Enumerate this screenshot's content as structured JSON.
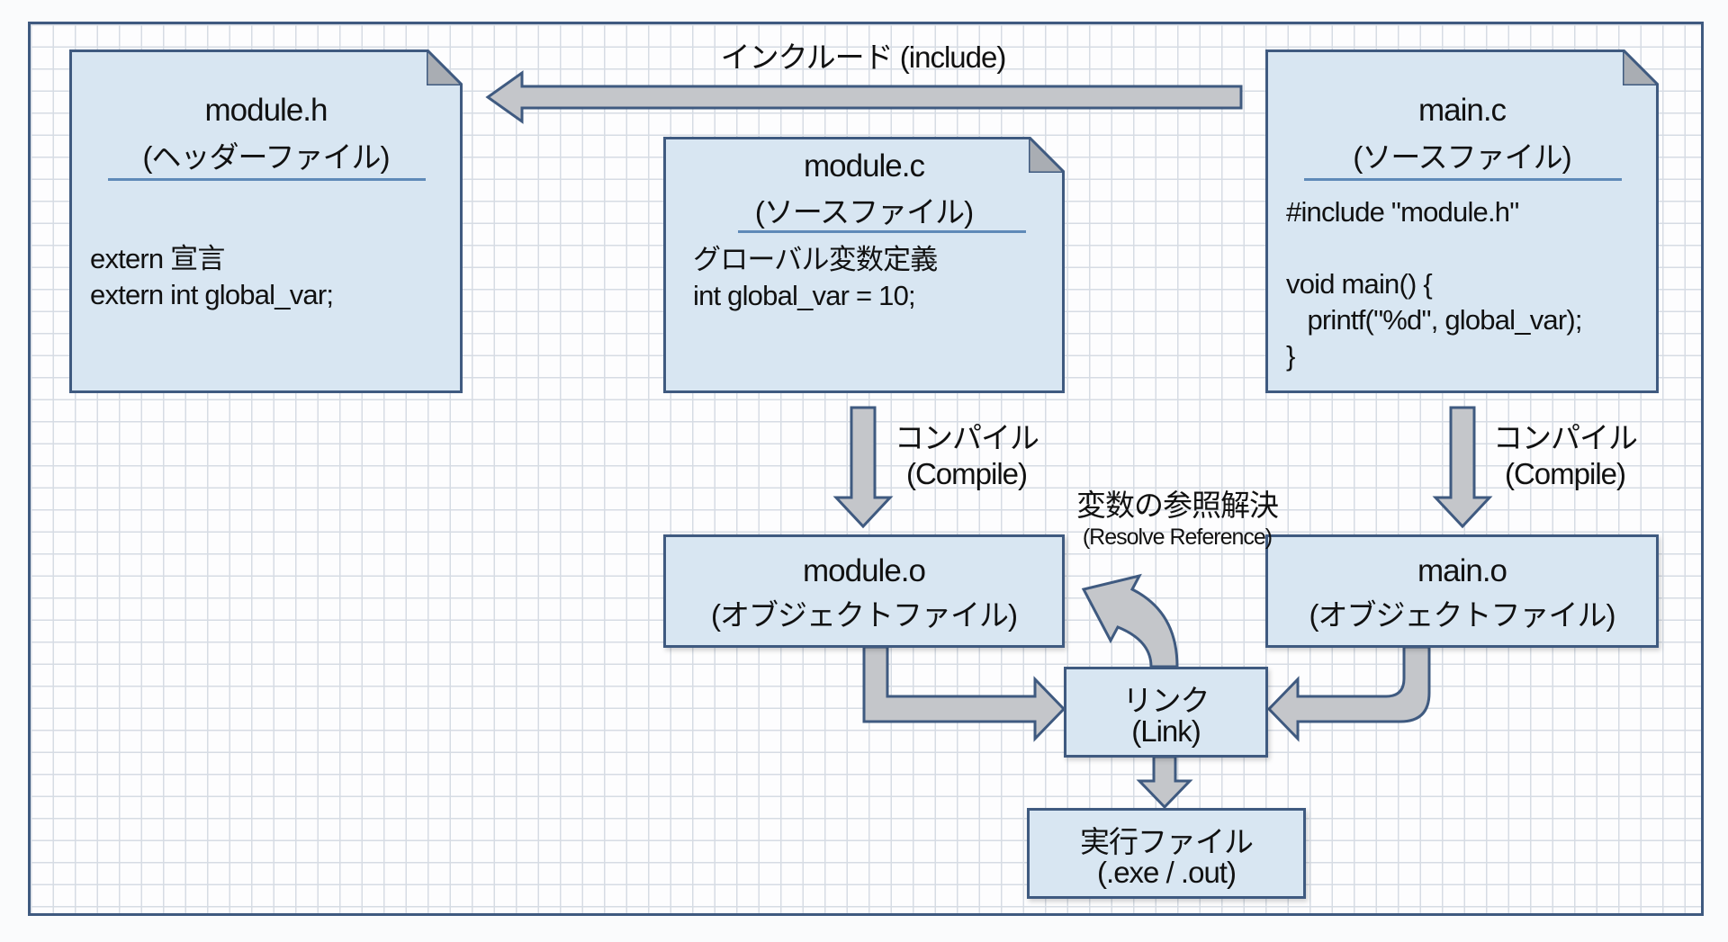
{
  "files": {
    "module_h": {
      "title": "module.h",
      "subtitle": "(ヘッダーファイル)",
      "lines": [
        "extern 宣言",
        "extern int global_var;"
      ]
    },
    "module_c": {
      "title": "module.c",
      "subtitle": "(ソースファイル)",
      "lines": [
        "グローバル変数定義",
        "int global_var = 10;"
      ]
    },
    "main_c": {
      "title": "main.c",
      "subtitle": "(ソースファイル)",
      "lines": [
        "#include \"module.h\"",
        "",
        "void main() {",
        "   printf(\"%d\", global_var);",
        "}"
      ]
    }
  },
  "objects": {
    "module_o": {
      "title": "module.o",
      "subtitle": "(オブジェクトファイル)"
    },
    "main_o": {
      "title": "main.o",
      "subtitle": "(オブジェクトファイル)"
    }
  },
  "link": {
    "title": "リンク",
    "subtitle": "(Link)"
  },
  "executable": {
    "title": "実行ファイル",
    "subtitle": "(.exe / .out)"
  },
  "labels": {
    "include": "インクルード (include)",
    "compile_left": {
      "ja": "コンパイル",
      "en": "(Compile)"
    },
    "compile_right": {
      "ja": "コンパイル",
      "en": "(Compile)"
    },
    "resolve": {
      "ja": "変数の参照解決",
      "en": "(Resolve Reference)"
    }
  },
  "colors": {
    "box_fill": "#d8e6f2",
    "border": "#3f5a80",
    "arrow_fill": "#c4c6ca",
    "rule": "#5f8ab8",
    "grid": "#d6dce4"
  }
}
